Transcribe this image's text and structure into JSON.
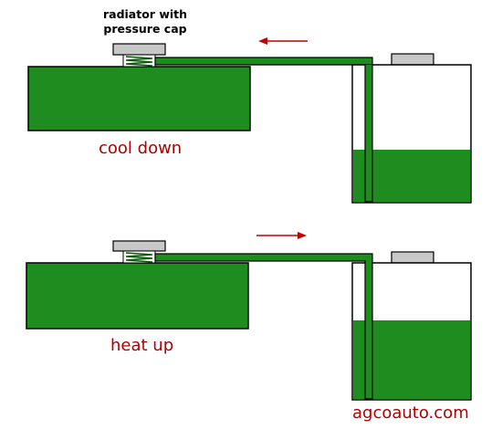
{
  "labels": {
    "radiator_line1": "radiator with",
    "radiator_line2": "pressure cap",
    "cool_down": "cool down",
    "heat_up": "heat up",
    "site": "agcoauto.com"
  },
  "panels": [
    {
      "name": "cool-down",
      "flow_direction": "to-radiator",
      "reservoir_fill": 0.38
    },
    {
      "name": "heat-up",
      "flow_direction": "to-reservoir",
      "reservoir_fill": 0.58
    }
  ],
  "colors": {
    "coolant": "#1e8c1e",
    "outline": "#000000",
    "cap": "#c8c8c8",
    "spring": "#1e8c1e",
    "arrow": "#c00000",
    "label": "#b00000"
  }
}
